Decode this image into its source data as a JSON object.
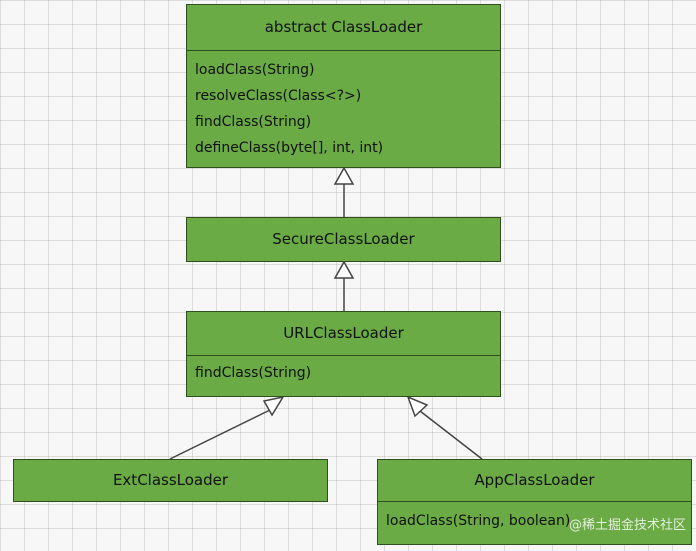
{
  "diagram": {
    "classes": [
      {
        "id": "classloader",
        "name": "abstract ClassLoader",
        "methods": [
          "loadClass(String)",
          "resolveClass(Class<?>)",
          "findClass(String)",
          "defineClass(byte[], int, int)"
        ]
      },
      {
        "id": "secure",
        "name": "SecureClassLoader",
        "methods": []
      },
      {
        "id": "url",
        "name": "URLClassLoader",
        "methods": [
          "findClass(String)"
        ]
      },
      {
        "id": "ext",
        "name": "ExtClassLoader",
        "methods": []
      },
      {
        "id": "app",
        "name": "AppClassLoader",
        "methods": [
          "loadClass(String, boolean)"
        ]
      }
    ],
    "inheritance": [
      {
        "from": "SecureClassLoader",
        "to": "abstract ClassLoader"
      },
      {
        "from": "URLClassLoader",
        "to": "SecureClassLoader"
      },
      {
        "from": "ExtClassLoader",
        "to": "URLClassLoader"
      },
      {
        "from": "AppClassLoader",
        "to": "URLClassLoader"
      }
    ],
    "colors": {
      "box_fill": "#6aab45",
      "box_border": "#2f4f1e",
      "connector": "#444444",
      "cursor_highlight": "#eef05a"
    }
  },
  "watermark": "@稀土掘金技术社区"
}
